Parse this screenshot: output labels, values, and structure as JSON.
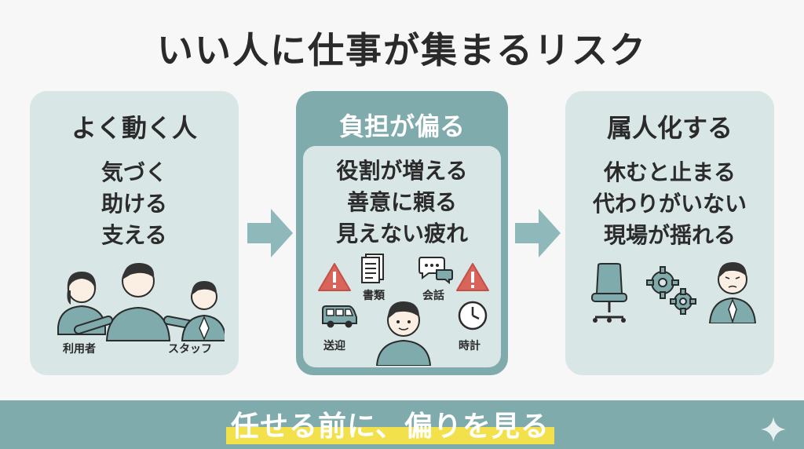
{
  "title": "いい人に仕事が集まるリスク",
  "panels": {
    "left": {
      "heading": "よく動く人",
      "lines": [
        "気づく",
        "助ける",
        "支える"
      ],
      "labels": [
        "利用者",
        "スタッフ"
      ]
    },
    "middle": {
      "heading": "負担が偏る",
      "lines": [
        "役割が増える",
        "善意に頼る",
        "見えない疲れ"
      ],
      "labels": [
        "書類",
        "会話",
        "送迎",
        "時計"
      ]
    },
    "right": {
      "heading": "属人化する",
      "lines": [
        "休むと止まる",
        "代わりがいない",
        "現場が揺れる"
      ]
    }
  },
  "footer": {
    "text": "任せる前に、偏りを見る"
  },
  "colors": {
    "panel_bg": "#d9e6e6",
    "accent_teal": "#7fabad",
    "arrow": "#8fb8ba",
    "warning": "#d9645a",
    "highlight_yellow": "#f3e14b"
  }
}
